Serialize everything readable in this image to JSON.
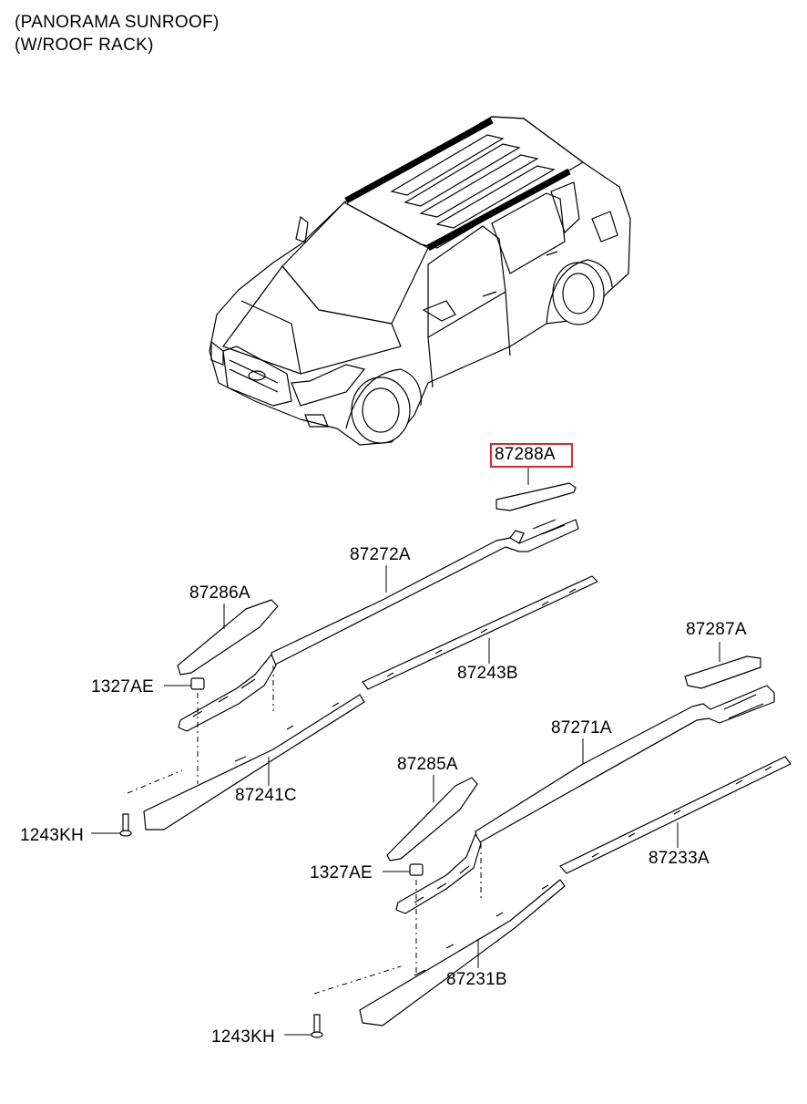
{
  "header": {
    "line1": "(PANORAMA SUNROOF)",
    "line2": "(W/ROOF RACK)"
  },
  "diagram": {
    "vehicle_icon": "suv-car-illustration",
    "highlight_color": "#e0262b",
    "parts": {
      "p87288A": "87288A",
      "p87272A": "87272A",
      "p87286A": "87286A",
      "p1327AE_top": "1327AE",
      "p87243B": "87243B",
      "p87241C": "87241C",
      "p1243KH_top": "1243KH",
      "p87287A": "87287A",
      "p87271A": "87271A",
      "p87285A": "87285A",
      "p1327AE_bottom": "1327AE",
      "p87233A": "87233A",
      "p87231B": "87231B",
      "p1243KH_bottom": "1243KH"
    },
    "selected_part": "87288A"
  }
}
